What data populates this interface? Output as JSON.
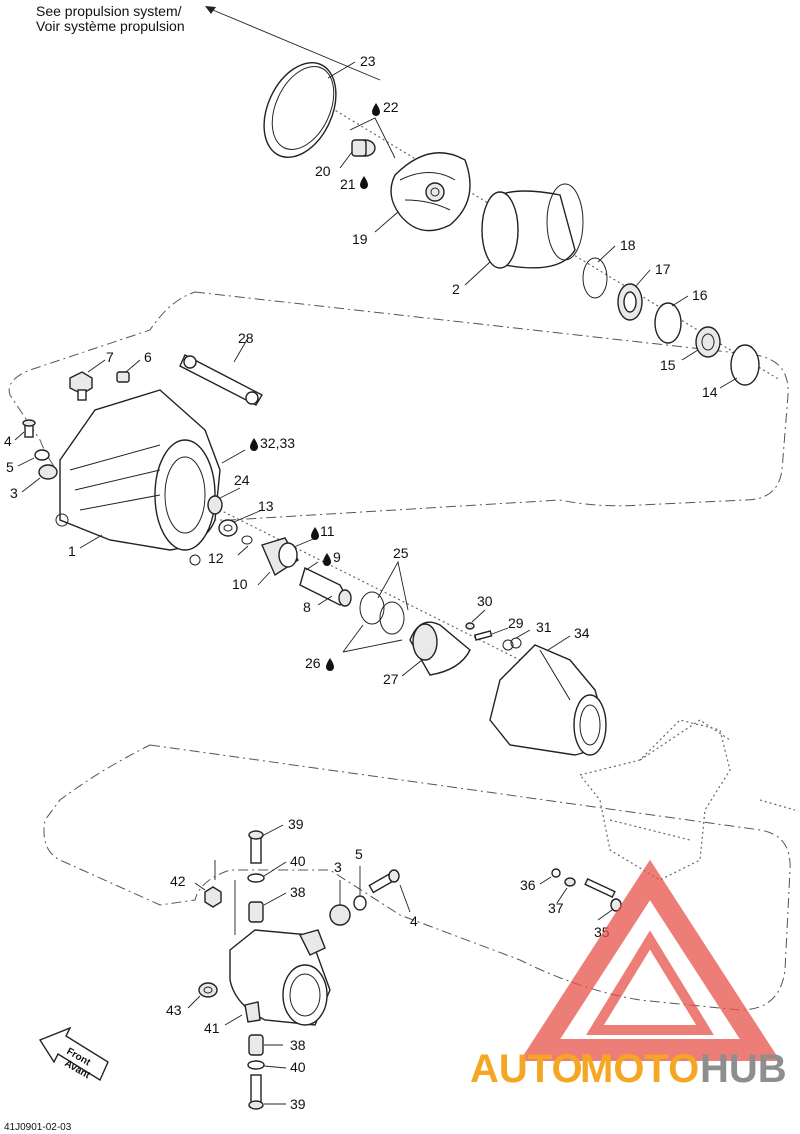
{
  "note": {
    "line1": "See propulsion system/",
    "line2": "Voir système propulsion"
  },
  "front_arrow": {
    "line1": "Front",
    "line2": "Avant"
  },
  "doc_code": "41J0901-02-03",
  "watermark": {
    "part1": "AUTO",
    "part2": "MOTO",
    "part3": "HUB",
    "colors": {
      "primary": "#f5a623",
      "secondary": "#8e8e8e",
      "triangle": "#e8524a"
    }
  },
  "drop_icon": "oil-drop-icon",
  "callouts": {
    "c1": "1",
    "c2": "2",
    "c3a": "3",
    "c3b": "3",
    "c4a": "4",
    "c4b": "4",
    "c5a": "5",
    "c5b": "5",
    "c6": "6",
    "c7": "7",
    "c8": "8",
    "c9": "9",
    "c10": "10",
    "c11": "11",
    "c12": "12",
    "c13": "13",
    "c14": "14",
    "c15": "15",
    "c16": "16",
    "c17": "17",
    "c18": "18",
    "c19": "19",
    "c20": "20",
    "c21": "21",
    "c22": "22",
    "c23": "23",
    "c24": "24",
    "c25": "25",
    "c26": "26",
    "c27": "27",
    "c28": "28",
    "c29": "29",
    "c30": "30",
    "c31": "31",
    "c32": "32,33",
    "c34": "34",
    "c35": "35",
    "c36": "36",
    "c37": "37",
    "c38a": "38",
    "c38b": "38",
    "c39a": "39",
    "c39b": "39",
    "c40a": "40",
    "c40b": "40",
    "c41": "41",
    "c42": "42",
    "c43": "43"
  }
}
